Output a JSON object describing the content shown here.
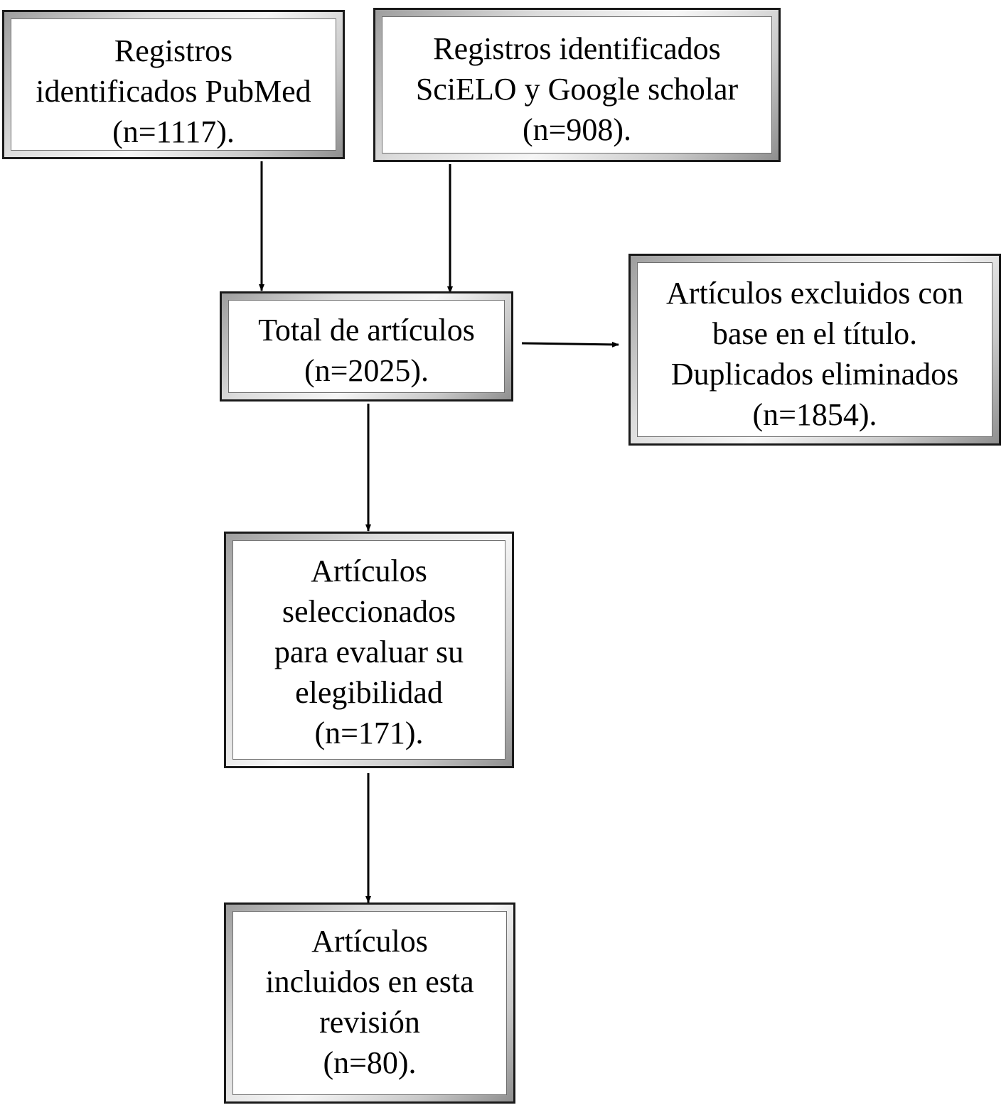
{
  "flowchart": {
    "pubmed": {
      "lines": [
        "Registros",
        "identificados PubMed",
        "(n=1117)."
      ]
    },
    "scielo": {
      "lines": [
        "Registros identificados",
        "SciELO y Google scholar",
        "(n=908)."
      ]
    },
    "total": {
      "lines": [
        "Total de artículos",
        "(n=2025)."
      ]
    },
    "excluded": {
      "lines": [
        "Artículos excluidos con",
        "base en el título.",
        "Duplicados eliminados",
        "(n=1854)."
      ]
    },
    "selected": {
      "lines": [
        "Artículos",
        "seleccionados",
        "para evaluar su",
        "elegibilidad",
        "(n=171)."
      ]
    },
    "included": {
      "lines": [
        "Artículos",
        "incluidos en esta",
        "revisión",
        "(n=80)."
      ]
    }
  }
}
